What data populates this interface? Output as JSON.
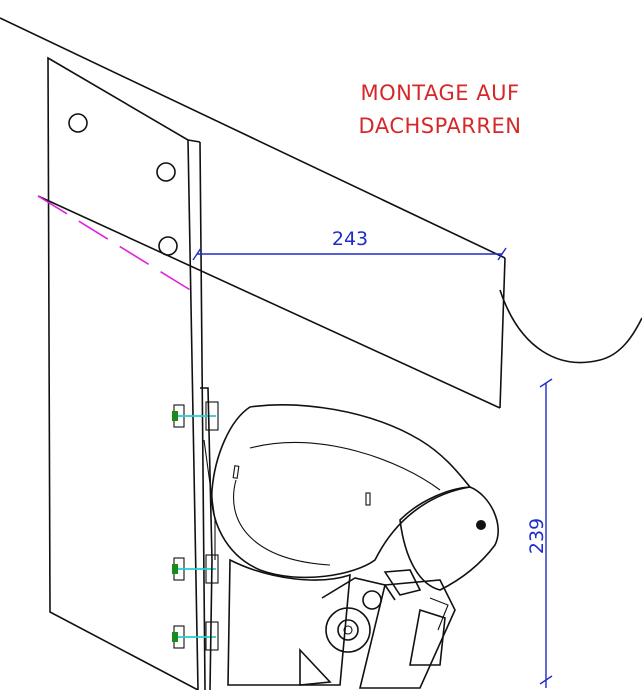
{
  "annotation": {
    "line1": "MONTAGE AUF",
    "line2": "DACHSPARREN"
  },
  "dimensions": {
    "horizontal": "243",
    "vertical": "239"
  },
  "colors": {
    "outline": "#111111",
    "annotation": "#d62828",
    "dimension": "#1f2cc9",
    "center_line": "#e020e0",
    "bolt_highlight": "#20d0d0",
    "bolt_green": "#1a8a1a"
  }
}
